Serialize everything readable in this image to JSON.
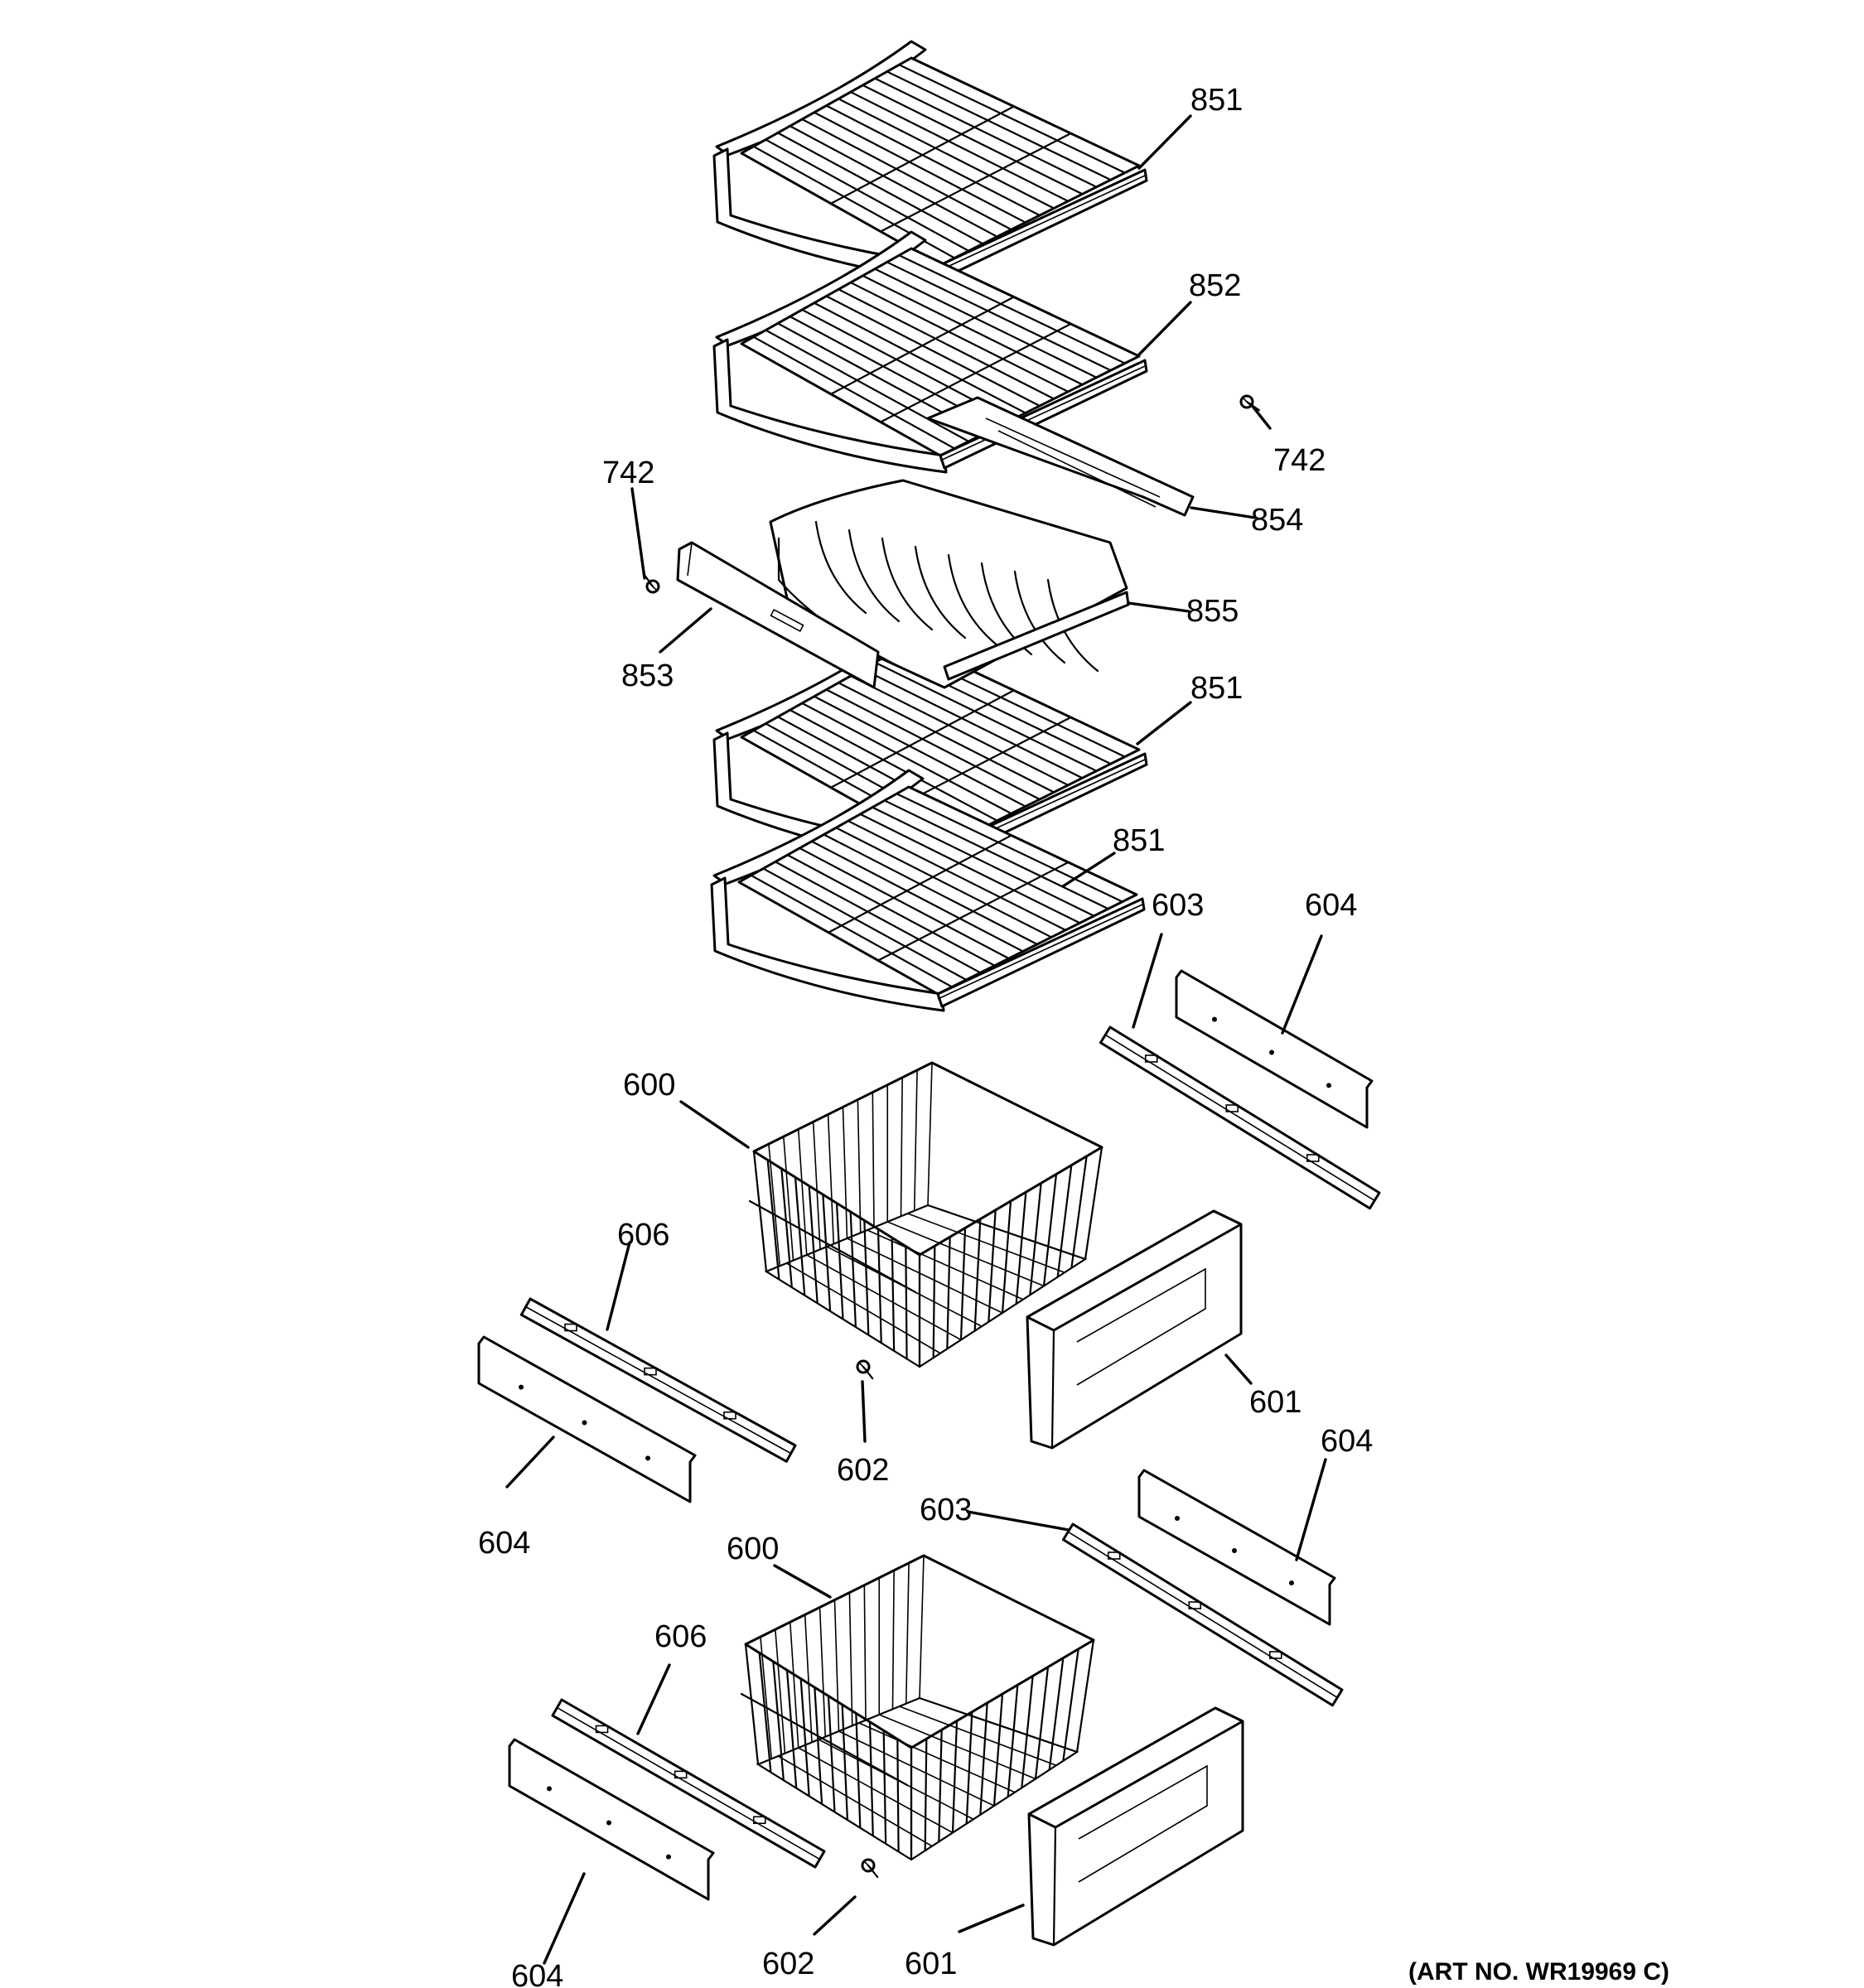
{
  "art_number": "(ART NO. WR19969 C)",
  "callouts": [
    {
      "id": "c851a",
      "text": "851"
    },
    {
      "id": "c852",
      "text": "852"
    },
    {
      "id": "c742r",
      "text": "742"
    },
    {
      "id": "c854",
      "text": "854"
    },
    {
      "id": "c742l",
      "text": "742"
    },
    {
      "id": "c855",
      "text": "855"
    },
    {
      "id": "c853",
      "text": "853"
    },
    {
      "id": "c851b",
      "text": "851"
    },
    {
      "id": "c851c",
      "text": "851"
    },
    {
      "id": "c603a",
      "text": "603"
    },
    {
      "id": "c604a",
      "text": "604"
    },
    {
      "id": "c600a",
      "text": "600"
    },
    {
      "id": "c606a",
      "text": "606"
    },
    {
      "id": "c601a",
      "text": "601"
    },
    {
      "id": "c602a",
      "text": "602"
    },
    {
      "id": "c604b",
      "text": "604"
    },
    {
      "id": "c604c",
      "text": "604"
    },
    {
      "id": "c603b",
      "text": "603"
    },
    {
      "id": "c600b",
      "text": "600"
    },
    {
      "id": "c606b",
      "text": "606"
    },
    {
      "id": "c604d",
      "text": "604"
    },
    {
      "id": "c602b",
      "text": "602"
    },
    {
      "id": "c601b",
      "text": "601"
    }
  ]
}
